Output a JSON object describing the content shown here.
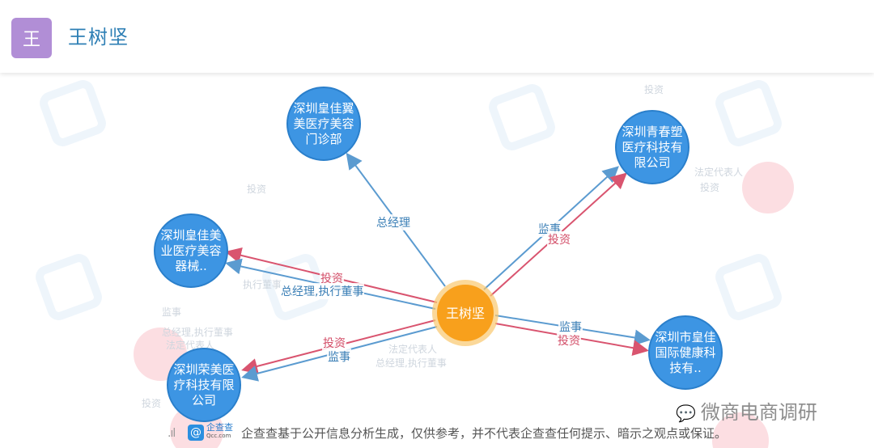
{
  "header": {
    "avatar_letter": "王",
    "title": "王树坚",
    "avatar_color": "#b18ed6"
  },
  "graph": {
    "center": {
      "label": "王树坚",
      "color": "#f8a01c"
    },
    "companies": [
      {
        "id": "c1",
        "label": "深圳皇佳翼美医疗美容门诊部"
      },
      {
        "id": "c2",
        "label": "深圳青春塑医疗科技有限公司"
      },
      {
        "id": "c3",
        "label": "深圳皇佳美业医疗美容器械.."
      },
      {
        "id": "c4",
        "label": "深圳市皇佳国际健康科技有.."
      },
      {
        "id": "c5",
        "label": "深圳荣美医疗科技有限公司"
      }
    ],
    "edges": [
      {
        "to": "c1",
        "blue": "总经理"
      },
      {
        "to": "c2",
        "blue": "监事",
        "red": "投资"
      },
      {
        "to": "c3",
        "blue": "总经理,执行董事",
        "red": "投资"
      },
      {
        "to": "c4",
        "blue": "监事",
        "red": "投资"
      },
      {
        "to": "c5",
        "blue": "监事",
        "red": "投资"
      }
    ],
    "ghost_labels": [
      "投资",
      "投资",
      "监事",
      "总经理,执行董事",
      "法定代表人",
      "法定代表人",
      "总经理,执行董事",
      "执行董事",
      "法定代表人",
      "投资",
      "投资"
    ],
    "colors": {
      "company": "#3d95e3",
      "blue_edge": "#5b9bd0",
      "red_edge": "#d9546f"
    }
  },
  "footer": {
    "bars_icon": ".ıl",
    "brand_cn": "企查查",
    "brand_en": "Qcc.com",
    "disclaimer": "企查查基于公开信息分析生成，仅供参考，并不代表企查查任何提示、暗示之观点或保证。"
  },
  "watermark": {
    "icon": "wechat-icon",
    "text": "微商电商调研"
  }
}
